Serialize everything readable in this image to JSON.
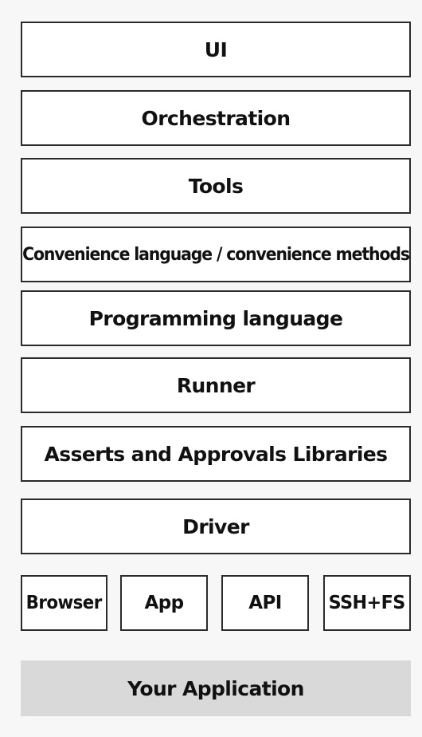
{
  "layers": [
    {
      "label": "UI"
    },
    {
      "label": "Orchestration"
    },
    {
      "label": "Tools"
    },
    {
      "label": "Convenience language / convenience methods"
    },
    {
      "label": "Programming language"
    },
    {
      "label": "Runner"
    },
    {
      "label": "Asserts and Approvals Libraries"
    },
    {
      "label": "Driver"
    }
  ],
  "drivers": [
    {
      "label": "Browser"
    },
    {
      "label": "App"
    },
    {
      "label": "API"
    },
    {
      "label": "SSH+FS"
    }
  ],
  "application": {
    "label": "Your Application"
  },
  "colors": {
    "border": "#2b2b2b",
    "box_fill": "#ffffff",
    "application_fill": "#d9d9d9",
    "background": "#f7f7f7"
  }
}
